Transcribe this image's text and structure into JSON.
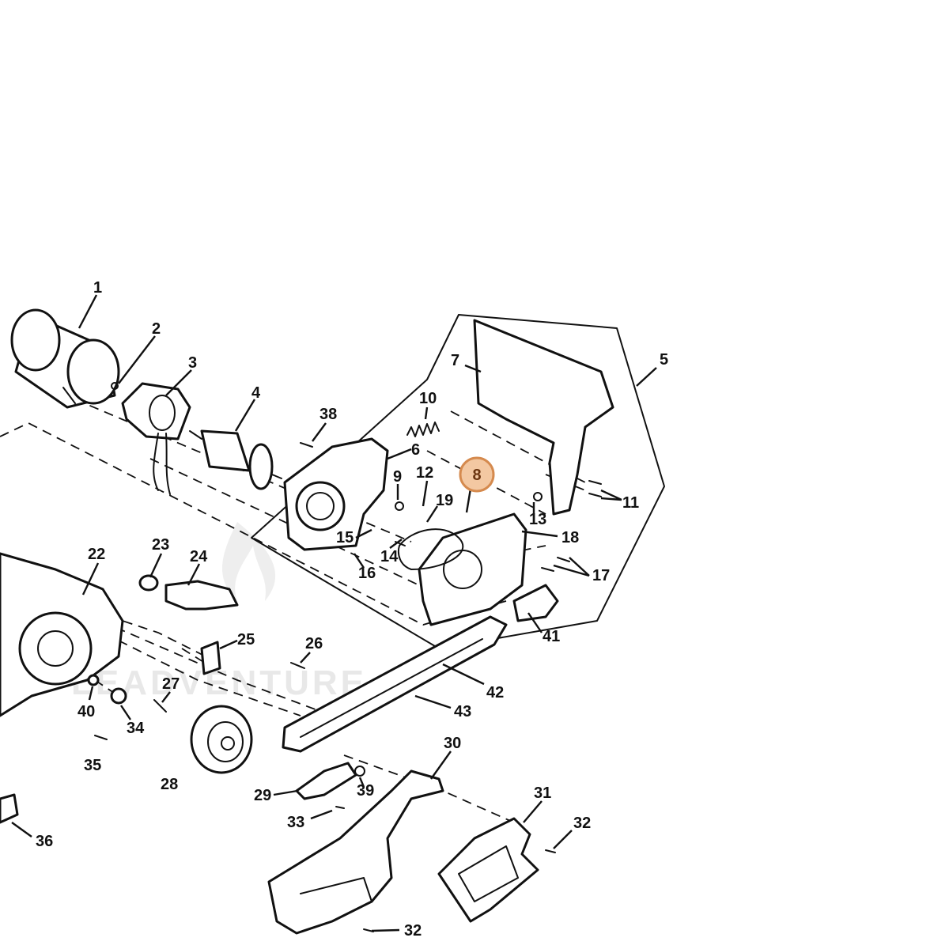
{
  "diagram": {
    "highlight_color": "#d58a4e",
    "highlighted_part": "8",
    "watermark": "LEADVENTURE",
    "callouts": [
      {
        "id": "1",
        "label": "1"
      },
      {
        "id": "2",
        "label": "2"
      },
      {
        "id": "3",
        "label": "3"
      },
      {
        "id": "4",
        "label": "4"
      },
      {
        "id": "5",
        "label": "5"
      },
      {
        "id": "6",
        "label": "6"
      },
      {
        "id": "7",
        "label": "7"
      },
      {
        "id": "8",
        "label": "8"
      },
      {
        "id": "9",
        "label": "9"
      },
      {
        "id": "10",
        "label": "10"
      },
      {
        "id": "11",
        "label": "11"
      },
      {
        "id": "12",
        "label": "12"
      },
      {
        "id": "13",
        "label": "13"
      },
      {
        "id": "14",
        "label": "14"
      },
      {
        "id": "15",
        "label": "15"
      },
      {
        "id": "16",
        "label": "16"
      },
      {
        "id": "17",
        "label": "17"
      },
      {
        "id": "18",
        "label": "18"
      },
      {
        "id": "19",
        "label": "19"
      },
      {
        "id": "22",
        "label": "22"
      },
      {
        "id": "23",
        "label": "23"
      },
      {
        "id": "24",
        "label": "24"
      },
      {
        "id": "25",
        "label": "25"
      },
      {
        "id": "26",
        "label": "26"
      },
      {
        "id": "27",
        "label": "27"
      },
      {
        "id": "28",
        "label": "28"
      },
      {
        "id": "29",
        "label": "29"
      },
      {
        "id": "30",
        "label": "30"
      },
      {
        "id": "31",
        "label": "31"
      },
      {
        "id": "32a",
        "label": "32"
      },
      {
        "id": "32b",
        "label": "32"
      },
      {
        "id": "33",
        "label": "33"
      },
      {
        "id": "34",
        "label": "34"
      },
      {
        "id": "35",
        "label": "35"
      },
      {
        "id": "36",
        "label": "36"
      },
      {
        "id": "38",
        "label": "38"
      },
      {
        "id": "39",
        "label": "39"
      },
      {
        "id": "40",
        "label": "40"
      },
      {
        "id": "41",
        "label": "41"
      },
      {
        "id": "42",
        "label": "42"
      },
      {
        "id": "43",
        "label": "43"
      }
    ]
  }
}
